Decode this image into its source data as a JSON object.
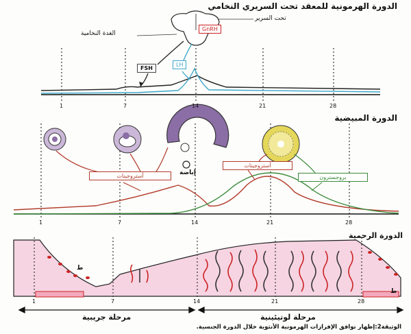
{
  "hormonal": {
    "title": "الدورة الهرمونية للمعقد تحت السريري النخامي",
    "hypothalamus_label": "تحت السرير",
    "pituitary_label": "الغدة النخامية",
    "gnrh_label": "GnRH",
    "fsh_label": "FSH",
    "lh_label": "LH",
    "ticks": [
      "1",
      "7",
      "14",
      "21",
      "28"
    ]
  },
  "ovarian": {
    "title": "الدورة المبيضية",
    "estrogen_label_1": "أستروجينات",
    "ovulation_label": "إباضة",
    "estrogen_label_2": "أستروجينات",
    "progesterone_label": "بروجسترون",
    "ticks": [
      "1",
      "7",
      "14",
      "21",
      "28"
    ]
  },
  "uterine": {
    "title": "الدورة الرحمية",
    "menses_label_1": "ط",
    "menses_label_2": "ط",
    "ticks": [
      "1",
      "7",
      "14",
      "21",
      "28"
    ]
  },
  "phases": {
    "follicular": "مرحلة جريبية",
    "luteal": "مرحلة لوتيئينية"
  },
  "caption": "الوثيقة2:إظهار توافق الإفرازات الهرمونية الأنثوية خلال الدورة الجنسية.",
  "colors": {
    "fsh_curve": "#222222",
    "lh_curve": "#3aa6c9",
    "estrogen_curve": "#b23a2a",
    "progesterone_curve": "#3a8a3a",
    "endometrium_fill": "#f6d4e2",
    "vessel_red": "#cc2222"
  }
}
